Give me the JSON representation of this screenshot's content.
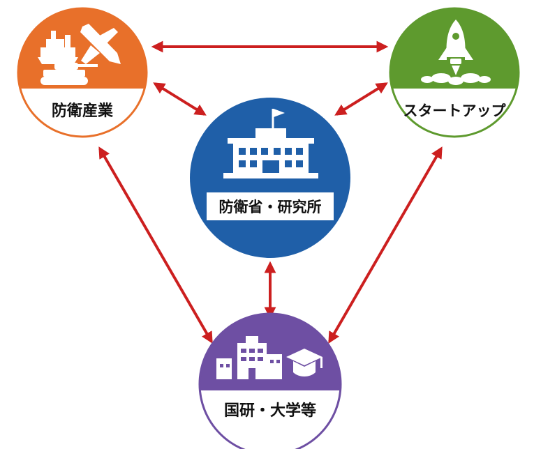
{
  "nodes": {
    "defense_industry": {
      "label": "防衛産業",
      "color": "#E8702A",
      "icon": "military-vehicles-icon"
    },
    "startups": {
      "label": "スタートアップ",
      "color": "#5E9A2E",
      "icon": "rocket-icon"
    },
    "mod_research": {
      "label": "防衛省・研究所",
      "color": "#1F5FA8",
      "icon": "government-building-icon"
    },
    "academia": {
      "label": "国研・大学等",
      "color": "#6E4FA3",
      "icon": "university-graduation-icon"
    }
  },
  "connector_color": "#CC1F1F",
  "connections": [
    [
      "defense_industry",
      "startups"
    ],
    [
      "defense_industry",
      "mod_research"
    ],
    [
      "startups",
      "mod_research"
    ],
    [
      "defense_industry",
      "academia"
    ],
    [
      "startups",
      "academia"
    ],
    [
      "mod_research",
      "academia"
    ]
  ]
}
